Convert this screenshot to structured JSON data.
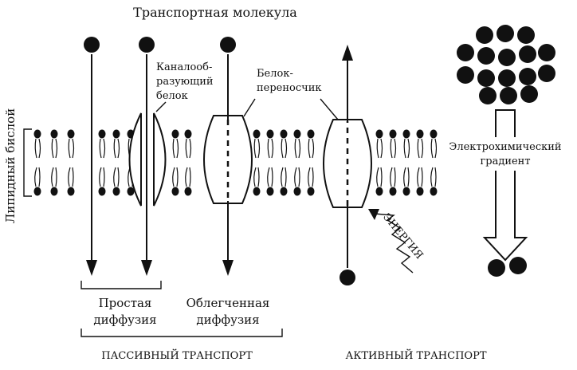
{
  "title": "Транспортная молекула",
  "labels": {
    "lipid_bilayer": "Липидный бислой",
    "channel_protein": [
      "Каналооб-",
      "разующий",
      "белок"
    ],
    "carrier_protein": [
      "Белок-",
      "переносчик"
    ],
    "gradient": [
      "Электрохимический",
      "градиент"
    ],
    "energy": "ЭНЕРГИЯ",
    "simple_diffusion": [
      "Простая",
      "диффузия"
    ],
    "facilitated_diffusion": [
      "Облегченная",
      "диффузия"
    ],
    "passive_transport": "ПАССИВНЫЙ ТРАНСПОРТ",
    "active_transport": "АКТИВНЫЙ ТРАНСПОРТ"
  }
}
